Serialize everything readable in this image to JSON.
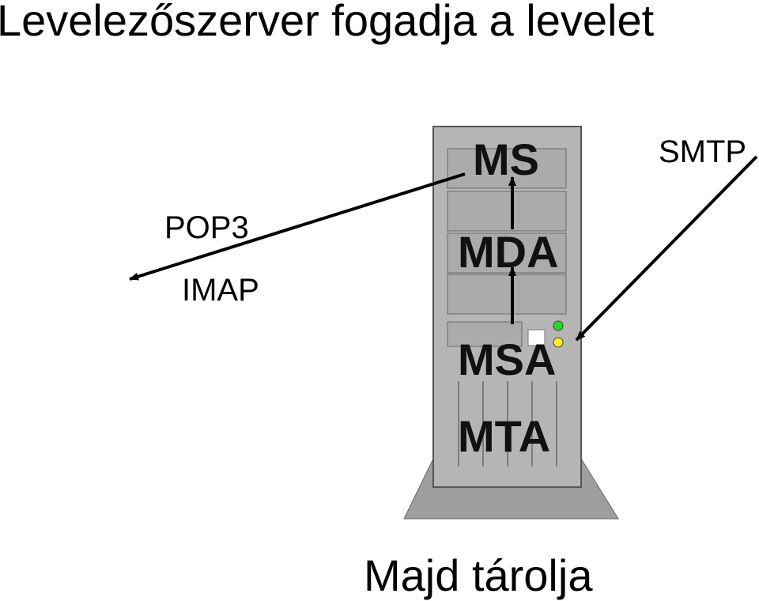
{
  "title": "Levelezőszerver fogadja a levelet",
  "protocols": {
    "outgoing": [
      "POP3",
      "IMAP"
    ],
    "incoming": "SMTP"
  },
  "server_layers": [
    "MS",
    "MDA",
    "MSA",
    "MTA"
  ],
  "caption": "Majd tárolja",
  "colors": {
    "tower_body": "#b5b5b5",
    "tower_base": "#9e9e9e",
    "tower_outline": "#555555",
    "led_green": "#22dd22",
    "led_yellow": "#ffee22",
    "arrow": "#000000"
  },
  "icons": [
    "server-tower-icon",
    "arrow-icon"
  ]
}
